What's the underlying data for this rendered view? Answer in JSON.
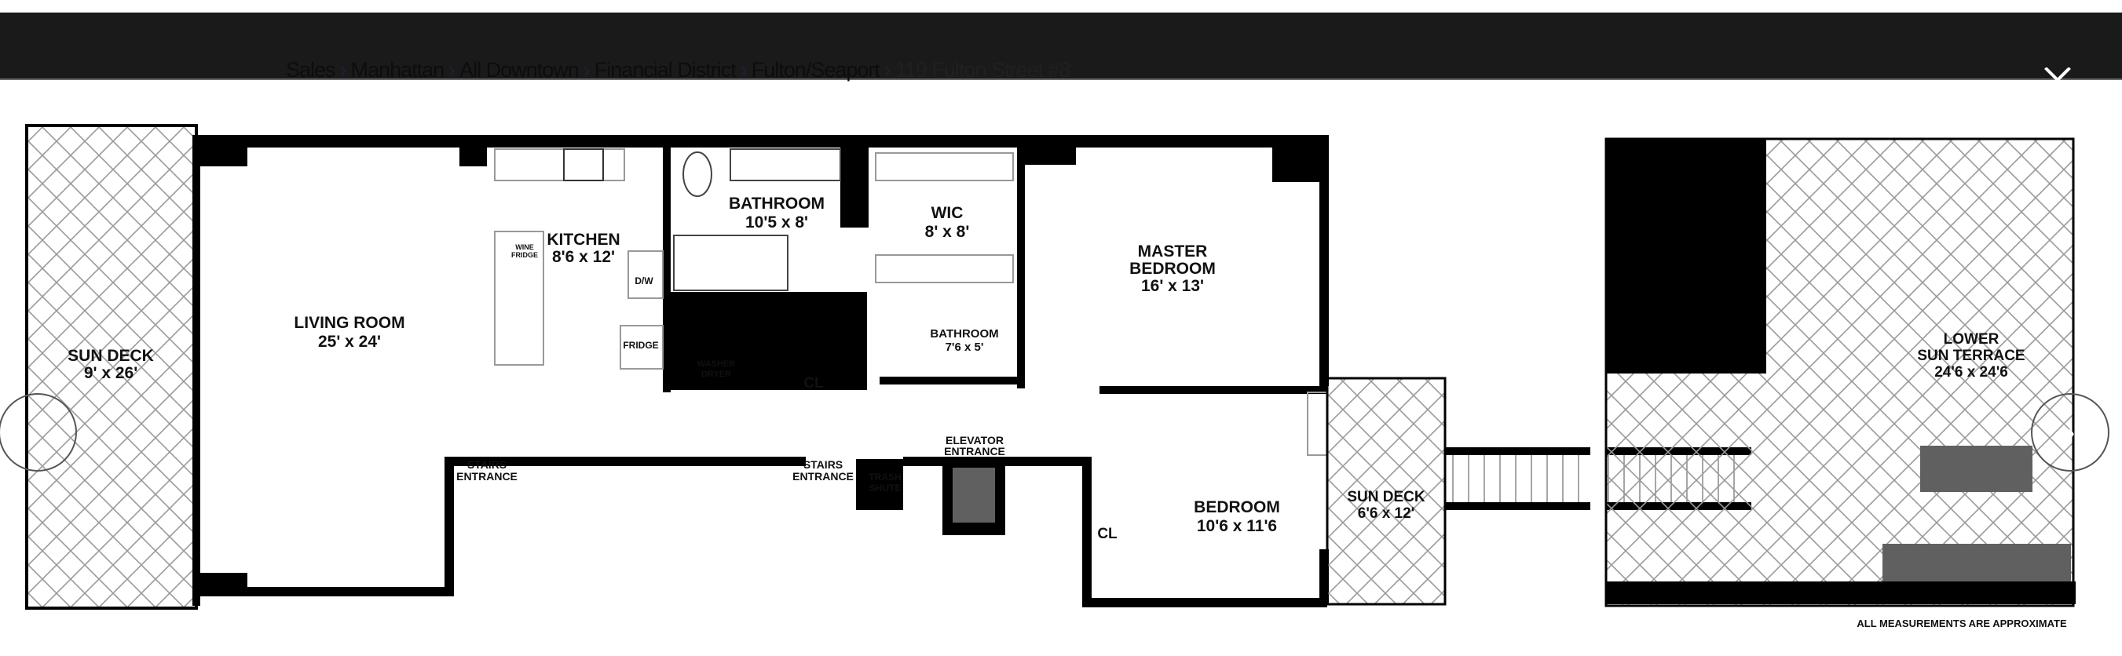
{
  "header": {
    "breadcrumb": [
      "Sales",
      "Manhattan",
      "All Downtown",
      "Financial District",
      "Fulton/Seaport"
    ],
    "current": "119 Fulton Street #8",
    "separator": "›",
    "close_icon": "close-icon"
  },
  "nav": {
    "prev_icon": "chevron-left-icon",
    "next_icon": "chevron-right-icon",
    "next_glyph": "›"
  },
  "plan": {
    "sun_deck": [
      "SUN DECK",
      "9' x 26'"
    ],
    "living_room": [
      "LIVING ROOM",
      "25' x 24'"
    ],
    "kitchen": [
      "KITCHEN",
      "8'6 x 12'"
    ],
    "wine_fridge": [
      "WINE",
      "FRIDGE"
    ],
    "dw": "D/W",
    "fridge": "FRIDGE",
    "bathroom1": [
      "BATHROOM",
      "10'5 x 8'"
    ],
    "wic": [
      "WIC",
      "8' x 8'"
    ],
    "master_bedroom": [
      "MASTER",
      "BEDROOM",
      "16' x 13'"
    ],
    "bathroom2": [
      "BATHROOM",
      "7'6 x 5'"
    ],
    "washer_dryer": [
      "WASHER",
      "DRYER"
    ],
    "cl1": "CL",
    "stairs1": [
      "STAIRS",
      "ENTRANCE"
    ],
    "stairs2": [
      "STAIRS",
      "ENTRANCE"
    ],
    "trash": [
      "TRASH",
      "SHUTE"
    ],
    "elevator": [
      "ELEVATOR",
      "ENTRANCE"
    ],
    "bedroom": [
      "BEDROOM",
      "10'6 x 11'6"
    ],
    "cl2": "CL",
    "sun_deck2": [
      "SUN DECK",
      "6'6 x 12'"
    ],
    "lower_terrace": [
      "LOWER",
      "SUN TERRACE",
      "24'6 x 24'6"
    ],
    "footnote": "ALL MEASUREMENTS ARE APPROXIMATE"
  },
  "colors": {
    "bar": "#1a1a1a",
    "wall": "#000000",
    "hatch": "#9a9a9a",
    "fixture_gray": "#606060"
  }
}
